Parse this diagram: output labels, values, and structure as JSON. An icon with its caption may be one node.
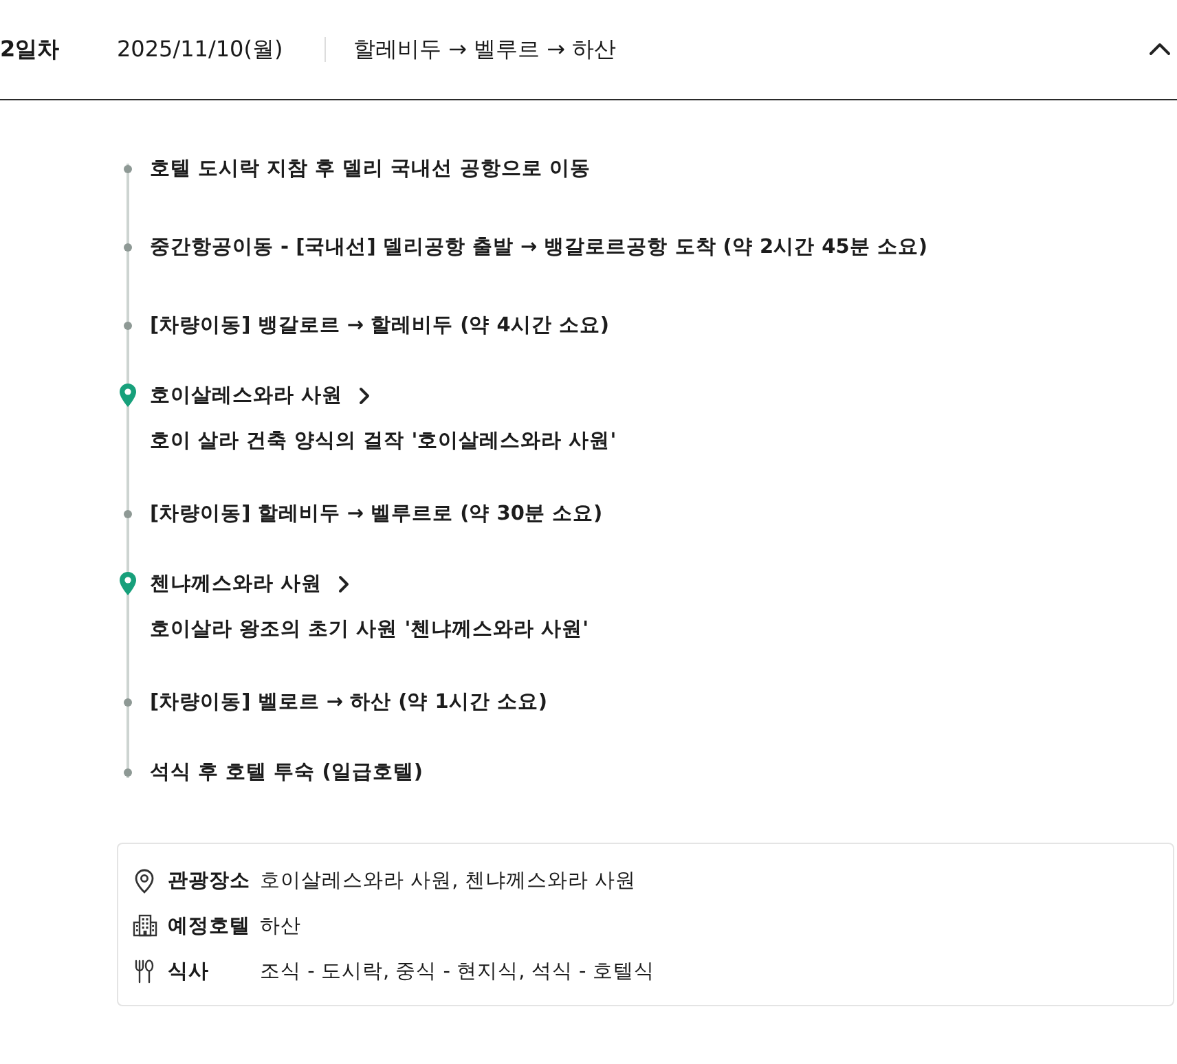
{
  "diagram": {
    "title": "2일차",
    "nodes": [
      {
        "text": [
          "관광장소",
          "호이살레스와라 사원, 첸냐께스와라 사원",
          "예정호텔",
          "하산",
          "식사",
          "조식 - 도시락, 중식 - 현지식, 석식 - 호텔식"
        ]
      }
    ],
    "edges": [],
    "labels": [
      "2025/11/10(월)",
      "할레비두 → 벨루르 → 하산",
      "호텔 도시락 지참 후 델리 국내선 공항으로 이동",
      "중간항공이동 - [국내선] 델리공항 출발 → 뱅갈로르공항 도착 (약 2시간 45분 소요)",
      "[차량이동] 뱅갈로르 → 할레비두 (약 4시간 소요)",
      "호이살레스와라 사원",
      "호이 살라 건축 양식의 걸작 '호이살레스와라 사원'",
      "[차량이동] 할레비두 → 벨루르로 (약 30분 소요)",
      "첸냐께스와라 사원",
      "호이살라 왕조의 초기 사원 '첸냐께스와라 사원'",
      "[차량이동] 벨로르 → 하산 (약 1시간 소요)",
      "석식 후 호텔 투숙 (일급호텔)"
    ]
  }
}
